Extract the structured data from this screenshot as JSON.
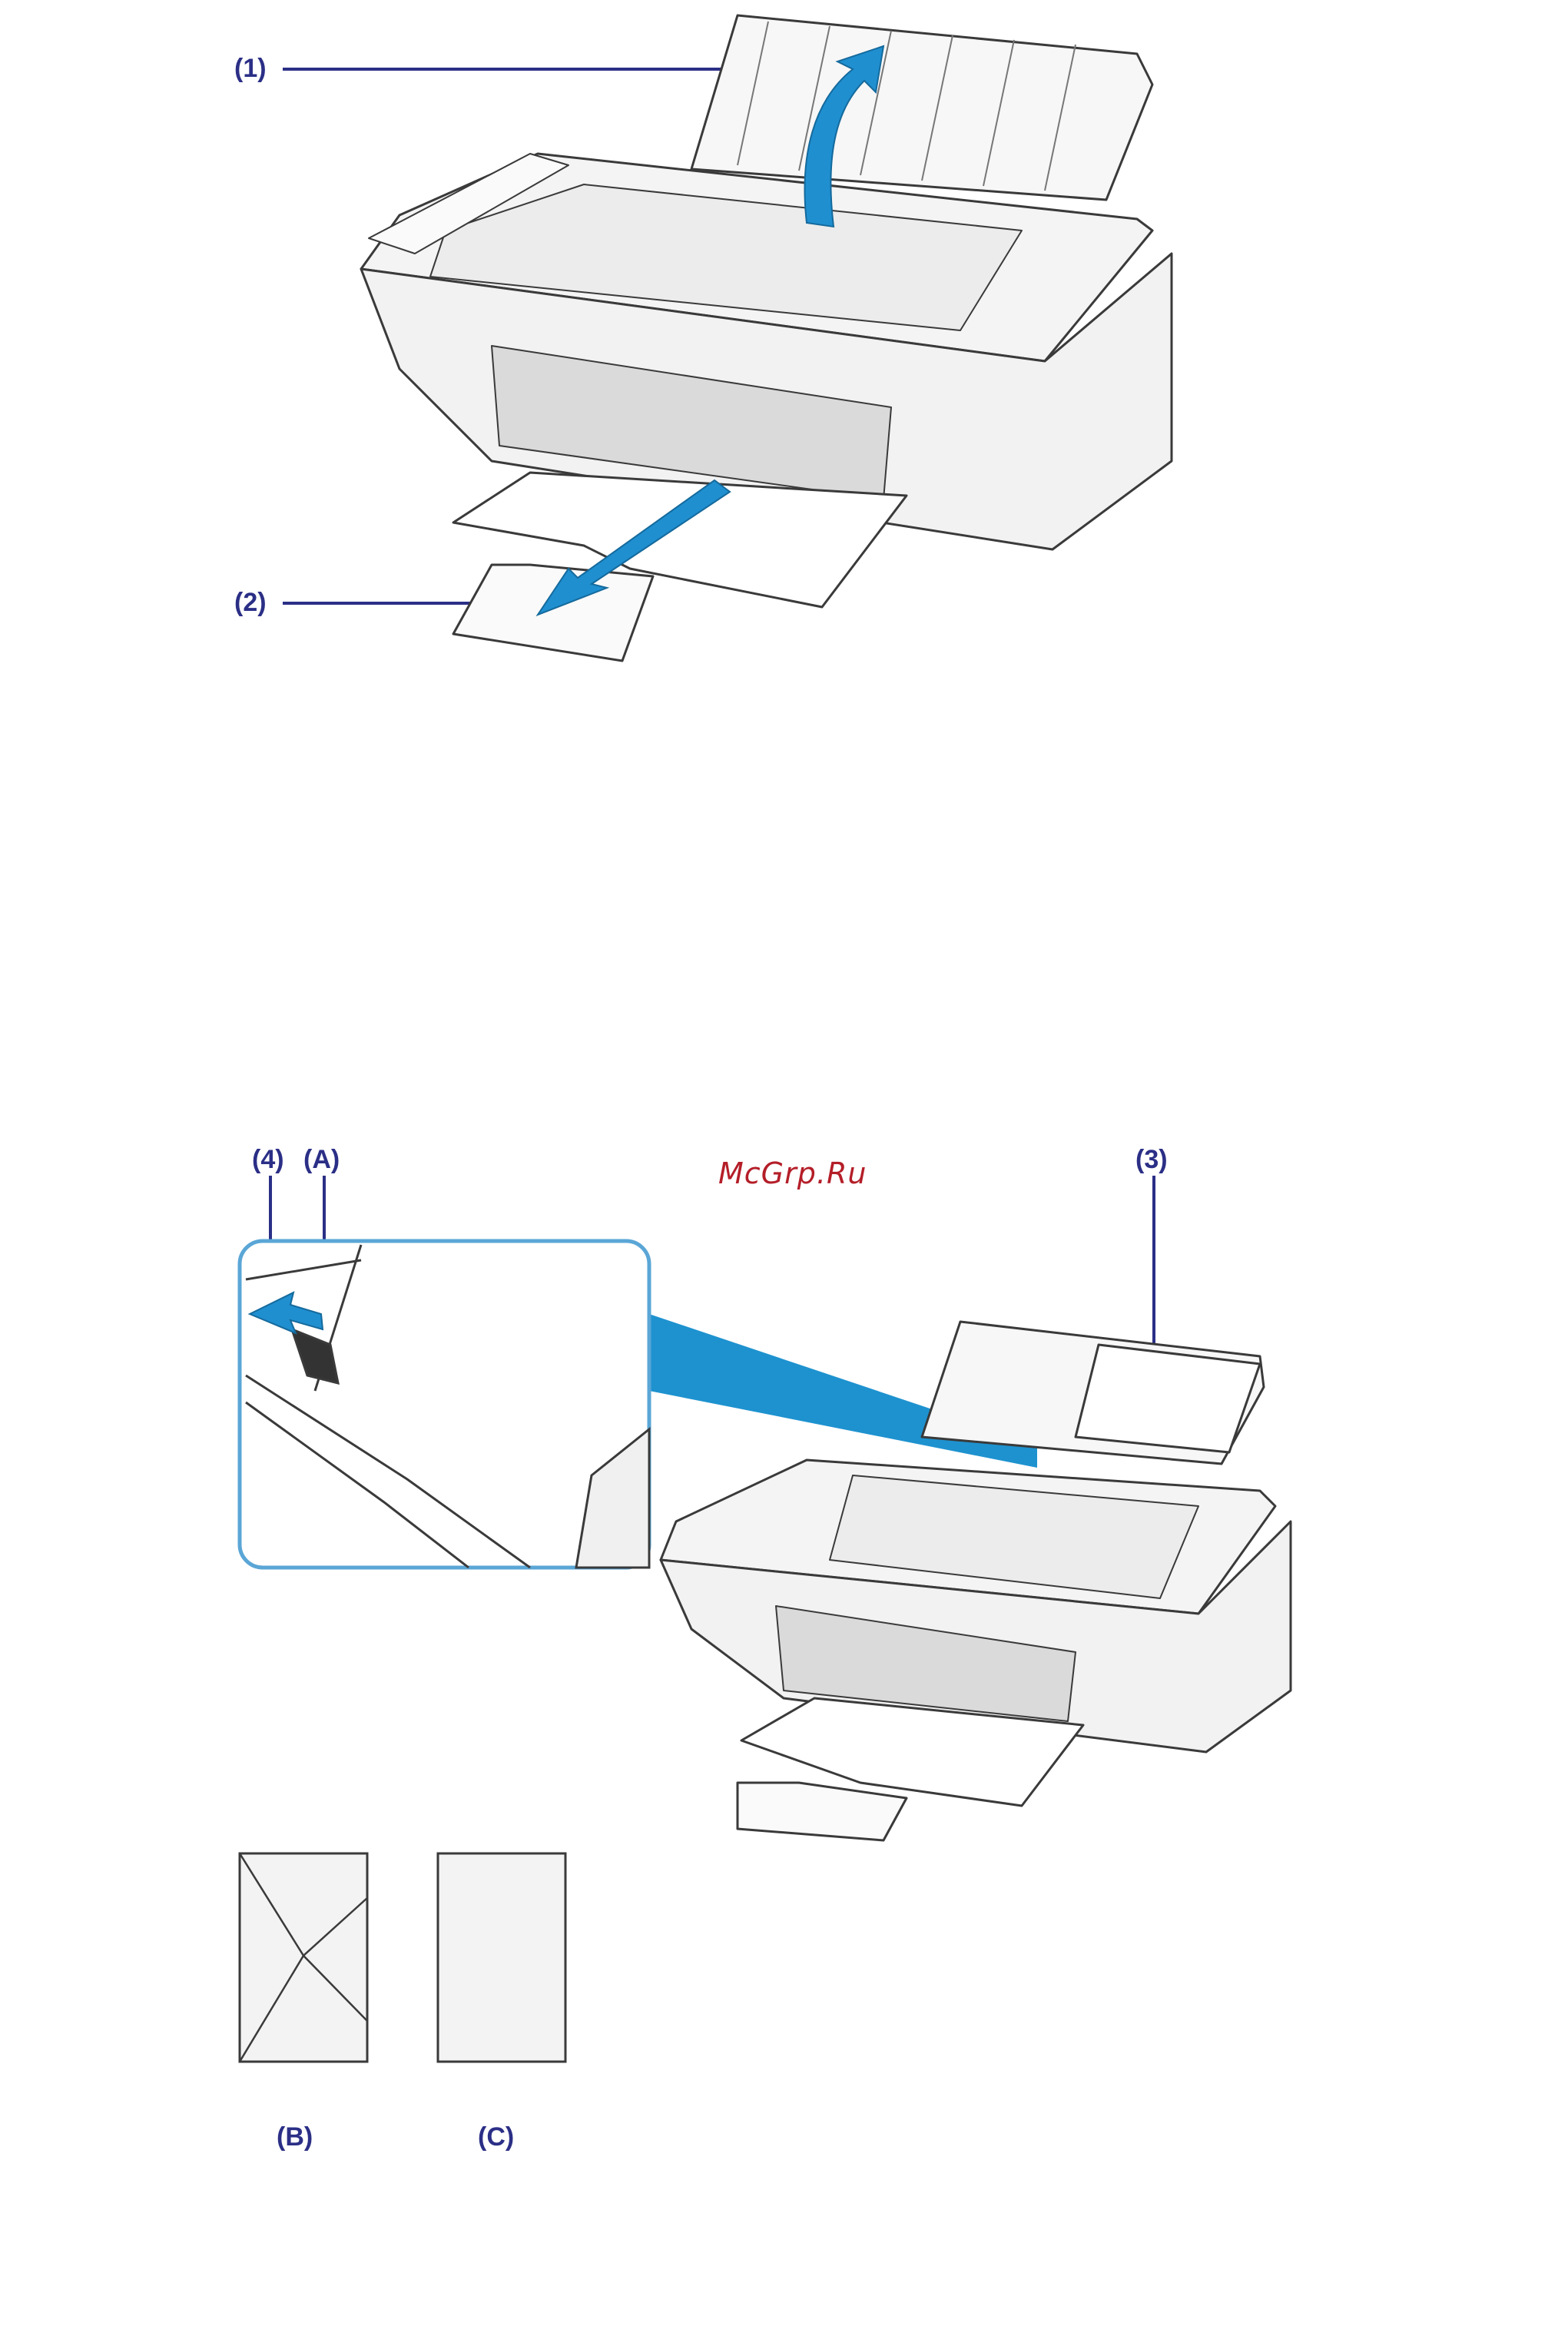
{
  "figure1": {
    "callouts": [
      {
        "id": "1",
        "label": "(1)"
      },
      {
        "id": "2",
        "label": "(2)"
      }
    ]
  },
  "figure2": {
    "callouts": [
      {
        "id": "4",
        "label": "(4)"
      },
      {
        "id": "A",
        "label": "(A)"
      },
      {
        "id": "3",
        "label": "(3)"
      }
    ]
  },
  "figure3": {
    "callouts": [
      {
        "id": "B",
        "label": "(B)"
      },
      {
        "id": "C",
        "label": "(C)"
      }
    ]
  },
  "watermark": "McGrp.Ru",
  "colors": {
    "callout": "#2b2f86",
    "arrow": "#1f8fd0",
    "outline": "#3a3a3a",
    "body": "#f2f2f2",
    "highlight": "#1e92cf",
    "watermark": "#b41e28"
  }
}
